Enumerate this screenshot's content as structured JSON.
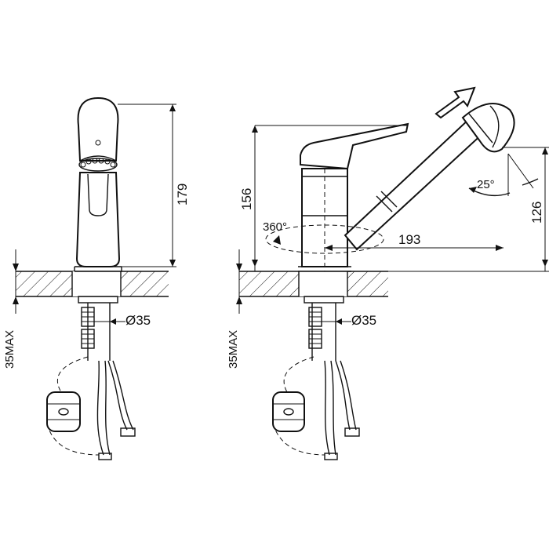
{
  "dimensions": {
    "front_height": "179",
    "side_height": "156",
    "spout_height": "126",
    "spout_reach": "193",
    "rotation": "360°",
    "pull_angle": "25°",
    "pipe_diameter_front": "Ø35",
    "pipe_diameter_side": "Ø35",
    "max_thickness_front": "35MAX",
    "max_thickness_side": "35MAX"
  },
  "colors": {
    "line": "#111111",
    "background": "#ffffff"
  },
  "icons": [
    "pull-direction-arrow-icon",
    "rotation-arrow-icon"
  ]
}
